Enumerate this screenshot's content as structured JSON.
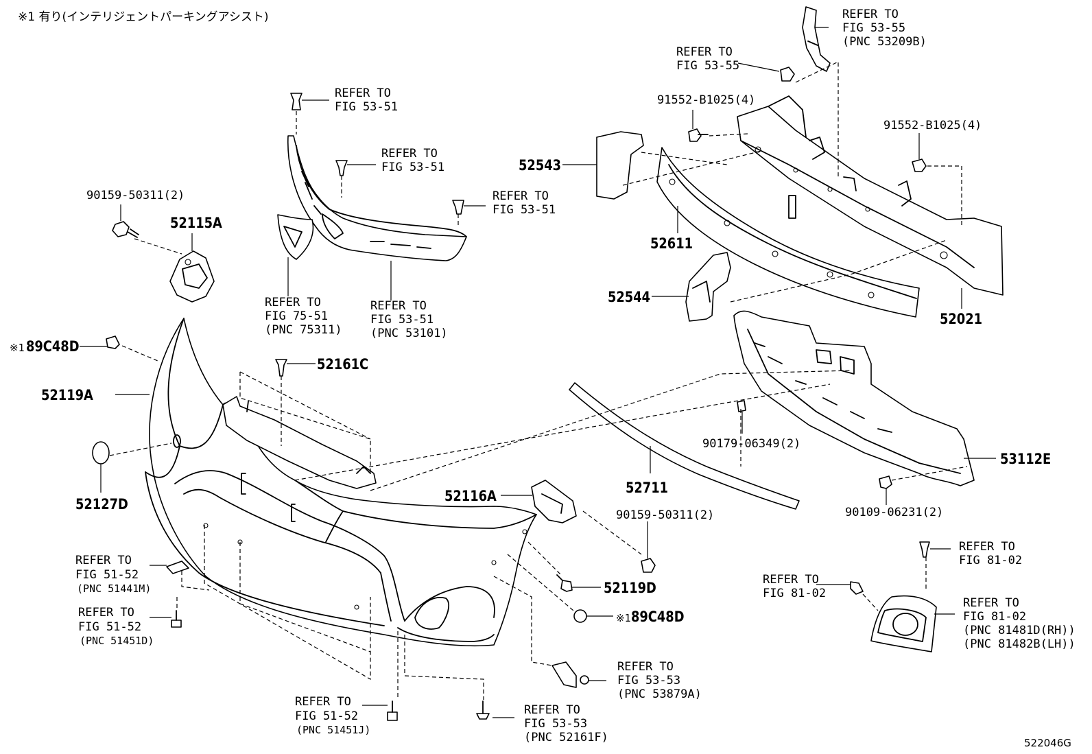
{
  "note": "※1 有り(インテリジェントパーキングアシスト)",
  "figure_code": "522046G",
  "parts": {
    "p52115A": "52115A",
    "p90159_50311_2_top": "90159-50311(2)",
    "p89C48D_left": "89C48D",
    "p89C48D_right": "89C48D",
    "mark1": "※1",
    "mark2": "※1",
    "p52119A": "52119A",
    "p52127D": "52127D",
    "p52161C": "52161C",
    "p52116A": "52116A",
    "p90159_50311_2_bottom": "90159-50311(2)",
    "p52119D": "52119D",
    "p52543": "52543",
    "p52611": "52611",
    "p52544": "52544",
    "p52021": "52021",
    "p91552_left": "91552-B1025(4)",
    "p91552_right": "91552-B1025(4)",
    "p90179": "90179-06349(2)",
    "p52711": "52711",
    "p53112E": "53112E",
    "p90109": "90109-06231(2)"
  },
  "refs": {
    "r1": [
      "REFER TO",
      "FIG 53-51"
    ],
    "r2": [
      "REFER TO",
      "FIG 53-51"
    ],
    "r3": [
      "REFER TO",
      "FIG 53-51"
    ],
    "r4": [
      "REFER TO",
      "FIG 75-51",
      "(PNC 75311)"
    ],
    "r5": [
      "REFER TO",
      "FIG 53-51",
      "(PNC 53101)"
    ],
    "r6": [
      "REFER TO",
      "FIG 53-55"
    ],
    "r7": [
      "REFER TO",
      "FIG 53-55",
      "(PNC 53209B)"
    ],
    "r8": [
      "REFER TO",
      "FIG 51-52",
      "(PNC 51441M)"
    ],
    "r9": [
      "REFER TO",
      "FIG 51-52",
      "(PNC 51451D)"
    ],
    "r10": [
      "REFER TO",
      "FIG 51-52",
      "(PNC 51451J)"
    ],
    "r11": [
      "REFER TO",
      "FIG 53-53",
      "(PNC 52161F)"
    ],
    "r12": [
      "REFER TO",
      "FIG 53-53",
      "(PNC 53879A)"
    ],
    "r13": [
      "REFER TO",
      "FIG 81-02"
    ],
    "r14": [
      "REFER TO",
      "FIG 81-02"
    ],
    "r15": [
      "REFER TO",
      "FIG 81-02",
      "(PNC 81481D(RH))",
      "(PNC 81482B(LH))"
    ]
  }
}
